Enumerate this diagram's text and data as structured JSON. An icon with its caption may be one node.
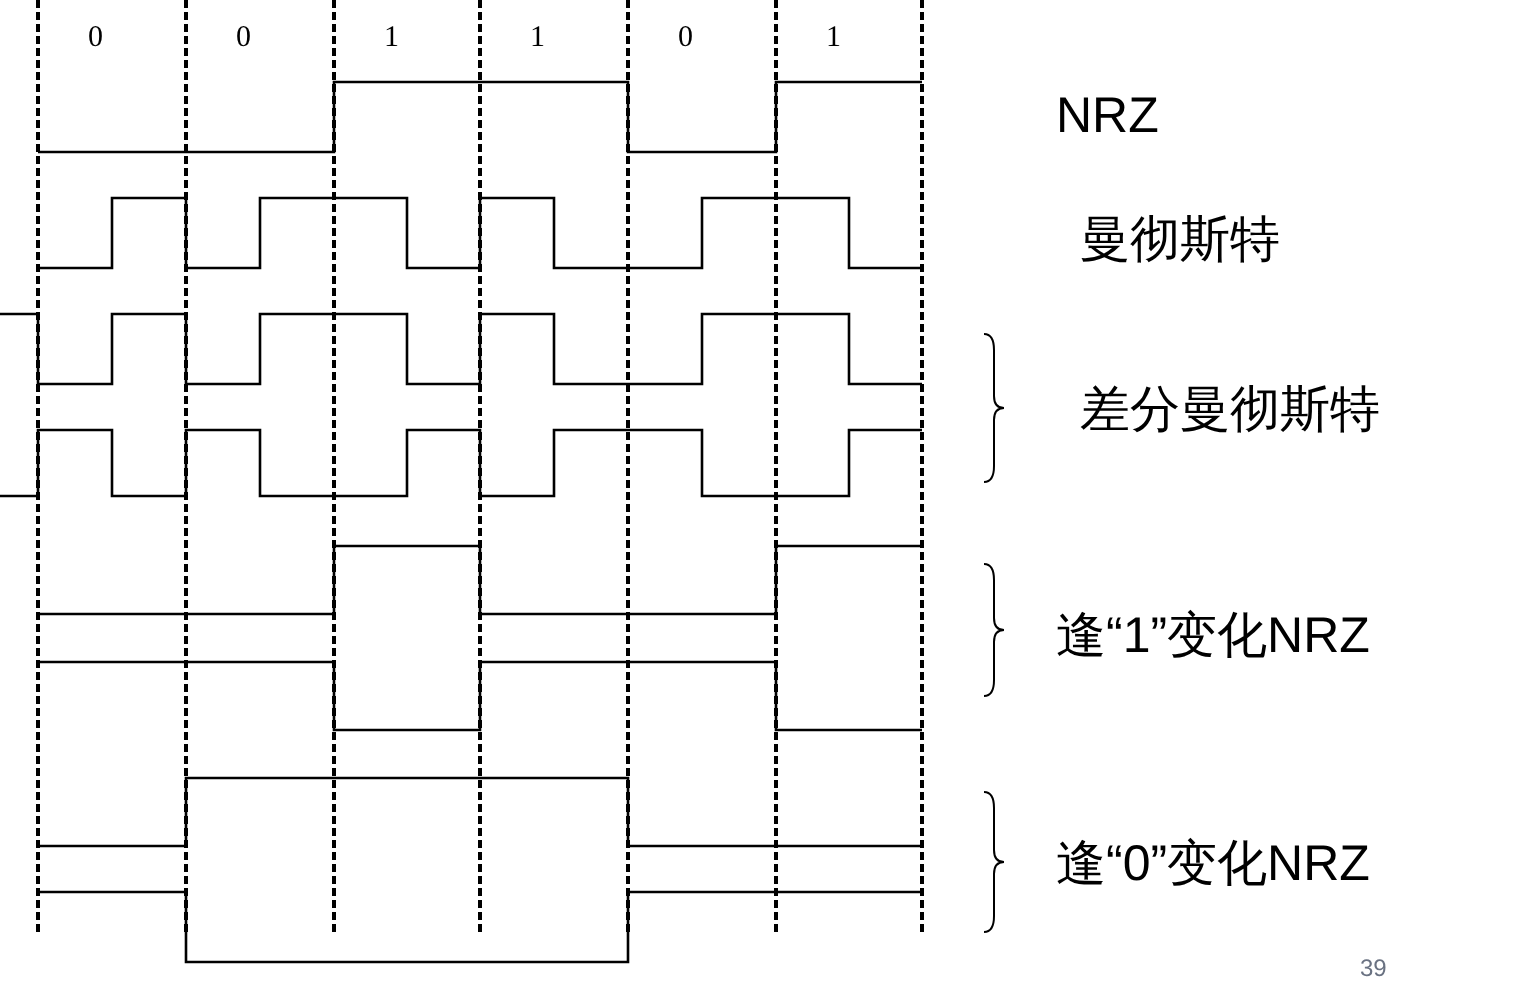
{
  "diagram": {
    "labels": [
      "0",
      "0",
      "1",
      "1",
      "0",
      "1",
      "NRZ",
      "曼彻斯特",
      "差分曼彻斯特",
      "逢“1”变化NRZ",
      "逢“0”变化NRZ",
      "39"
    ]
  }
}
